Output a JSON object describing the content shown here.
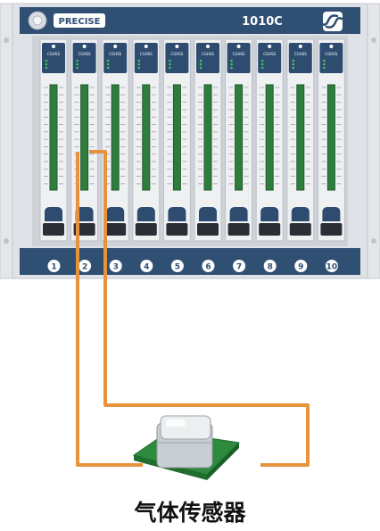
{
  "chassis": {
    "brand": "PRECISE",
    "model": "1010C",
    "module_label": "CGHSS",
    "slot_numbers": [
      "1",
      "2",
      "3",
      "4",
      "5",
      "6",
      "7",
      "8",
      "9",
      "10"
    ],
    "colors": {
      "frame": "#2f4f73",
      "frame_dark": "#243f5e",
      "panel": "#e4e6e9",
      "module": "#eef0f2",
      "module_head": "#2d4c70",
      "connector": "#2f7d3d",
      "wire": "#e8923c"
    }
  },
  "sensor": {
    "caption": "气体传感器"
  }
}
